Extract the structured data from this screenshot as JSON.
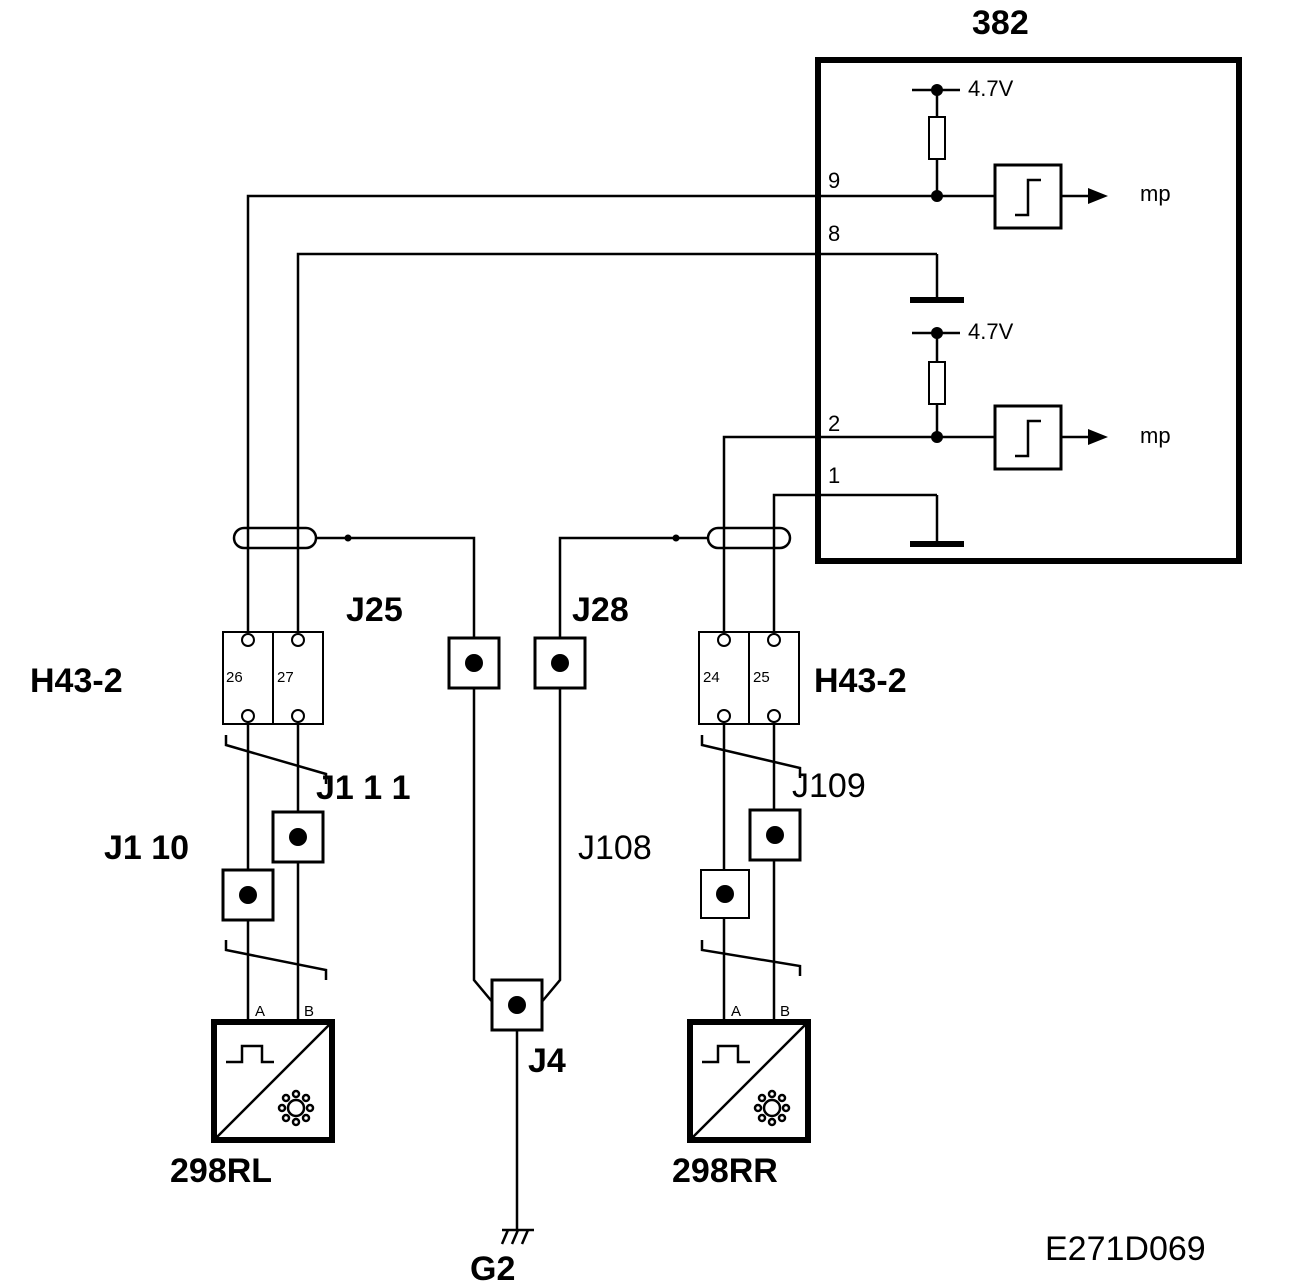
{
  "title": "E271D069",
  "module": {
    "id": "382",
    "voltage_top": "4.7V",
    "voltage_bottom": "4.7V",
    "output_top": "mp",
    "output_bottom": "mp",
    "pins": [
      "9",
      "8",
      "2",
      "1"
    ]
  },
  "connectors": {
    "left": {
      "name": "H43-2",
      "pins": [
        "26",
        "27"
      ]
    },
    "right": {
      "name": "H43-2",
      "pins": [
        "24",
        "25"
      ]
    }
  },
  "junctions": {
    "j25": "J25",
    "j28": "J28",
    "j108": "J108",
    "j110": "J1  10",
    "j111": "J1  1 1",
    "j109": "J109",
    "j4": "J4"
  },
  "sensors": {
    "left": {
      "name": "298RL",
      "pin_a": "A",
      "pin_b": "B"
    },
    "right": {
      "name": "298RR",
      "pin_a": "A",
      "pin_b": "B"
    }
  },
  "ground": "G2"
}
